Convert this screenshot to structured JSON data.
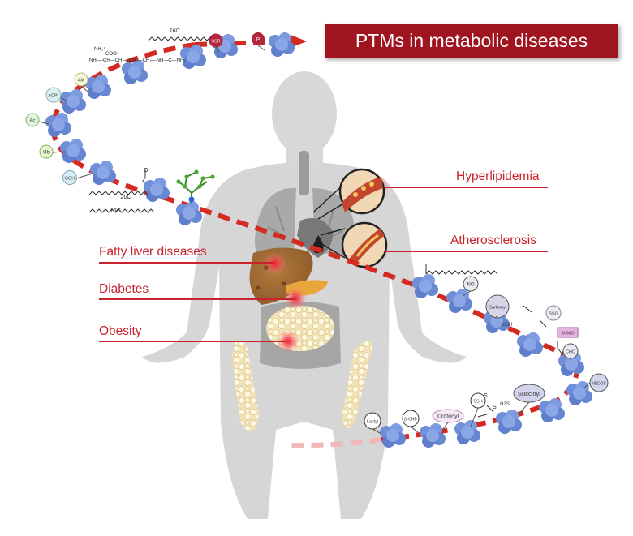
{
  "title": "PTMs in metabolic diseases",
  "diseases": {
    "hyperlipidemia": "Hyperlipidemia",
    "atherosclerosis": "Atherosclerosis",
    "fatty_liver": "Fatty liver diseases",
    "diabetes": "Diabetes",
    "obesity": "Obesity"
  },
  "modifications": {
    "p": "P",
    "ssr": "SSR",
    "c16_top": "16C",
    "am": "AM",
    "adpr": "ADPr",
    "ac": "Ac",
    "ub": "Ub",
    "goh": "GOH",
    "c20": "20C",
    "c16_mid": "16C",
    "no": "NO",
    "carbonyl": "Carbonyl",
    "ssg": "SSG",
    "gsh": "GSH",
    "sumo": "SUMO",
    "cho": "CHO",
    "nedds": "NEDDS",
    "succinyl": "Succinyl",
    "h2s": "H2S",
    "ssh": "SSH",
    "crotonyl": "Crotonyl",
    "bohb": "β-OHB",
    "lactyl": "Lactyl"
  },
  "structure_labels": {
    "coo": "COO⁻",
    "nh3": "NH₃⁺",
    "chain": "NH₂—CH—CH₂—CH₂—CH₂—NH—C—NH₂",
    "o": "O",
    "s1": "S",
    "s2": "S"
  },
  "colors": {
    "banner": "#a0141f",
    "disease_text": "#c8232c",
    "protein": "#6f8fd8",
    "path_dash": "#d42a22",
    "body": "#d6d6d6"
  }
}
